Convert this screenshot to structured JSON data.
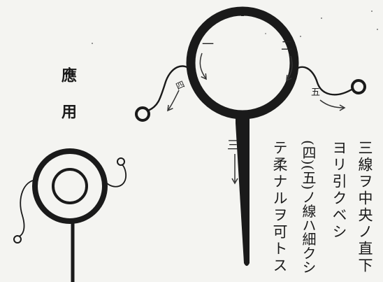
{
  "heading": "應用",
  "instructions": [
    "三線ヲ中央ノ直下",
    "ヨリ引クベシ",
    "(四)(五)ノ線ハ細クシ",
    "テ柔ナルヲ可トス"
  ],
  "labels": {
    "line_one": "一",
    "line_two": "二",
    "line_three": "三",
    "line_four": "四",
    "line_five": "五"
  },
  "colors": {
    "ink": "#1a1a1a",
    "paper": "#f4f4f1"
  }
}
